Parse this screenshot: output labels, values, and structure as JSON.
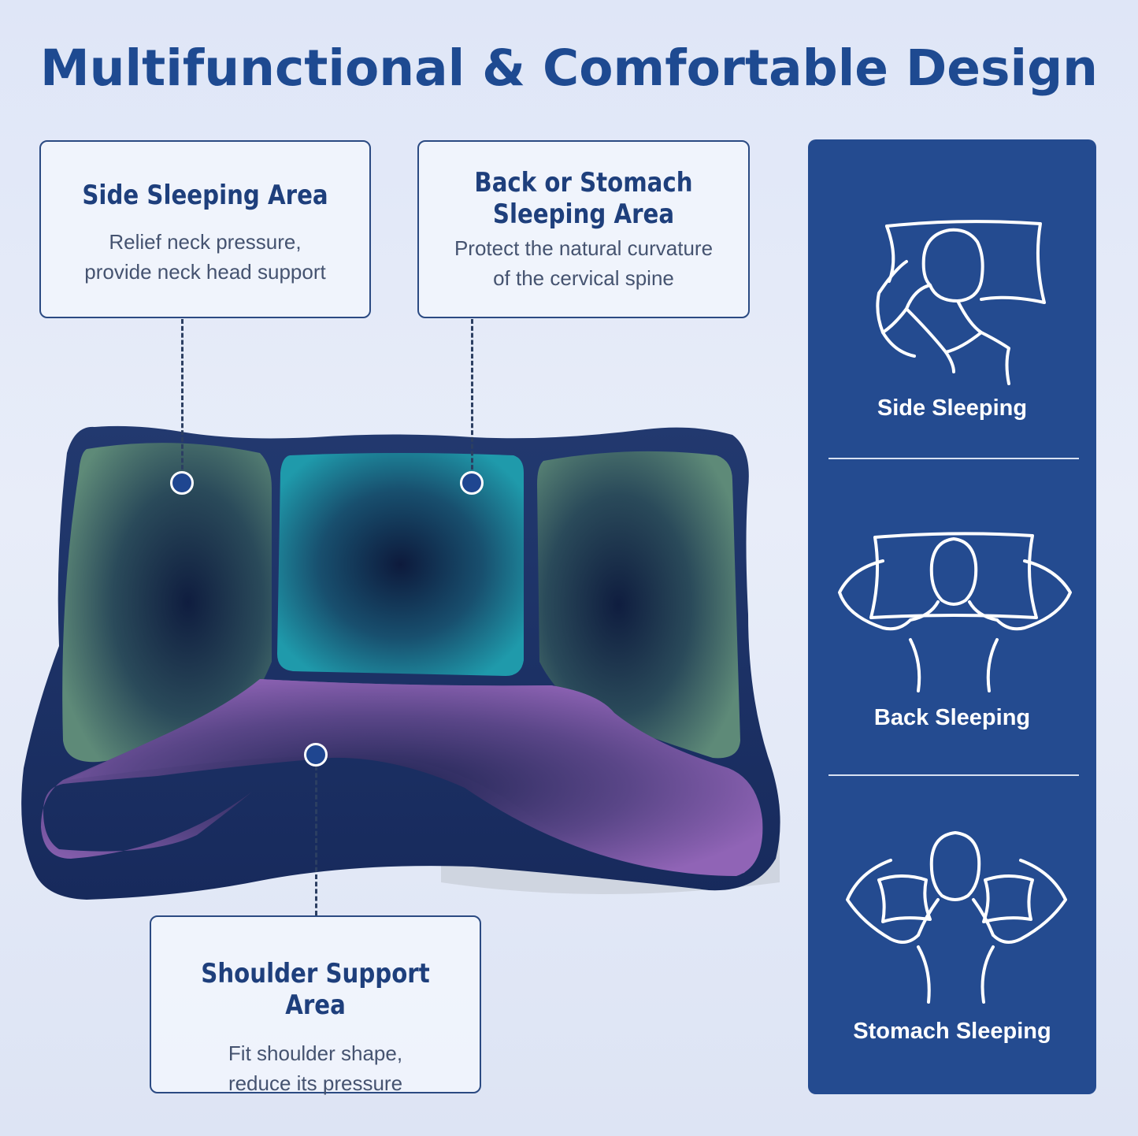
{
  "title": "Multifunctional & Comfortable Design",
  "callouts": {
    "side": {
      "title": "Side Sleeping Area",
      "desc1": "Relief neck pressure,",
      "desc2": "provide neck head support"
    },
    "back": {
      "title1": "Back or Stomach",
      "title2": "Sleeping Area",
      "desc1": "Protect the natural curvature",
      "desc2": "of the cervical spine"
    },
    "shoulder": {
      "title": "Shoulder Support Area",
      "desc1": "Fit shoulder shape,",
      "desc2": "reduce its pressure"
    }
  },
  "panel": {
    "items": [
      {
        "label": "Side Sleeping",
        "icon": "side-sleeping-icon"
      },
      {
        "label": "Back Sleeping",
        "icon": "back-sleeping-icon"
      },
      {
        "label": "Stomach Sleeping",
        "icon": "stomach-sleeping-icon"
      }
    ]
  },
  "colors": {
    "title": "#1e4a91",
    "panel": "#244b90",
    "pillow_cover": "#1b2f66",
    "side_zone": "#5f8a78",
    "center_zone": "#1f96a8",
    "shoulder_zone": "#8a62b0"
  }
}
